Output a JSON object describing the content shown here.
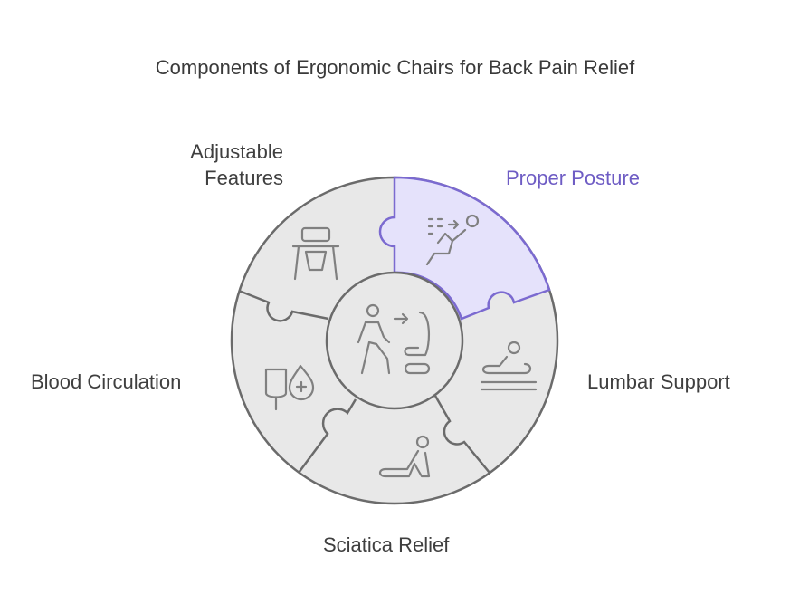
{
  "title": "Components of Ergonomic Chairs for Back Pain Relief",
  "segments": [
    {
      "label_lines": [
        "Adjustable",
        "Features"
      ],
      "icon": "high-chair-icon",
      "highlighted": false
    },
    {
      "label_lines": [
        "Proper Posture"
      ],
      "icon": "reclining-posture-icon",
      "highlighted": true
    },
    {
      "label_lines": [
        "Lumbar Support"
      ],
      "icon": "back-massage-icon",
      "highlighted": false
    },
    {
      "label_lines": [
        "Sciatica Relief"
      ],
      "icon": "stretching-pose-icon",
      "highlighted": false
    },
    {
      "label_lines": [
        "Blood Circulation"
      ],
      "icon": "blood-drop-iv-bag-icon",
      "highlighted": false
    }
  ],
  "center_icon": "person-walking-to-chair-icon",
  "colors": {
    "segment_fill": "#e8e8e8",
    "segment_stroke": "#6b6b6b",
    "highlight_fill": "#e5e2fb",
    "highlight_stroke": "#7b6ad0",
    "highlight_text": "#6e5cc4",
    "text": "#3f3f3f",
    "icon": "#808080"
  }
}
